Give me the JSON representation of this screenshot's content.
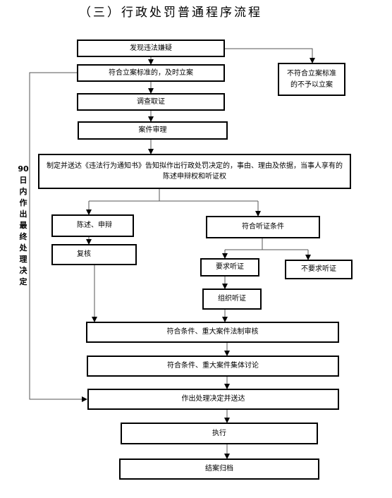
{
  "title": "（三）行政处罚普通程序流程",
  "side_note": "90日内作出最终处理决定",
  "nodes": {
    "discover": "发现违法嫌疑",
    "file_case": "符合立案标准的，及时立案",
    "not_file": "不符合立案标准的不予以立案",
    "investigate": "调查取证",
    "review": "案件审理",
    "notify": "制定并送达《违法行为通知书》告知拟作出行政处罚决定的，事由、理由及依据，当事人享有的陈述申辩权和听证权",
    "statement": "陈述、申辩",
    "hearing_cond": "符合听证条件",
    "recheck": "复核",
    "request_hearing": "要求听证",
    "no_request_hearing": "不要求听证",
    "organize_hearing": "组织听证",
    "legal_review": "符合条件、重大案件法制审核",
    "collective": "符合条件、重大案件集体讨论",
    "decide": "作出处理决定并送达",
    "execute": "执行",
    "close": "结案归档"
  }
}
